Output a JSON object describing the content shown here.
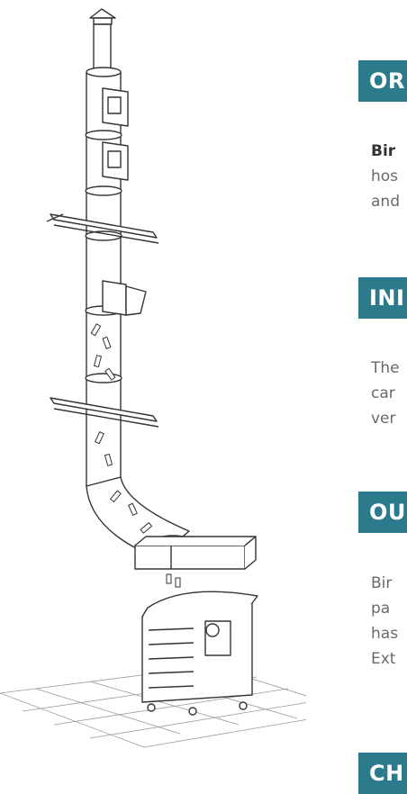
{
  "colors": {
    "accent": "#2c7b8c",
    "text": "#6a6a6a",
    "heading_text": "#ffffff"
  },
  "sections": [
    {
      "heading": "OR",
      "lines": [
        "Bir",
        "hos",
        "and"
      ]
    },
    {
      "heading": "INI",
      "lines": [
        "The",
        "car",
        "ver"
      ]
    },
    {
      "heading": "OU",
      "lines": [
        "Bir",
        "pa",
        "has",
        "Ext"
      ]
    },
    {
      "heading": "CH",
      "lines": []
    }
  ],
  "illustration": {
    "icon": "chute-system-illustration"
  }
}
